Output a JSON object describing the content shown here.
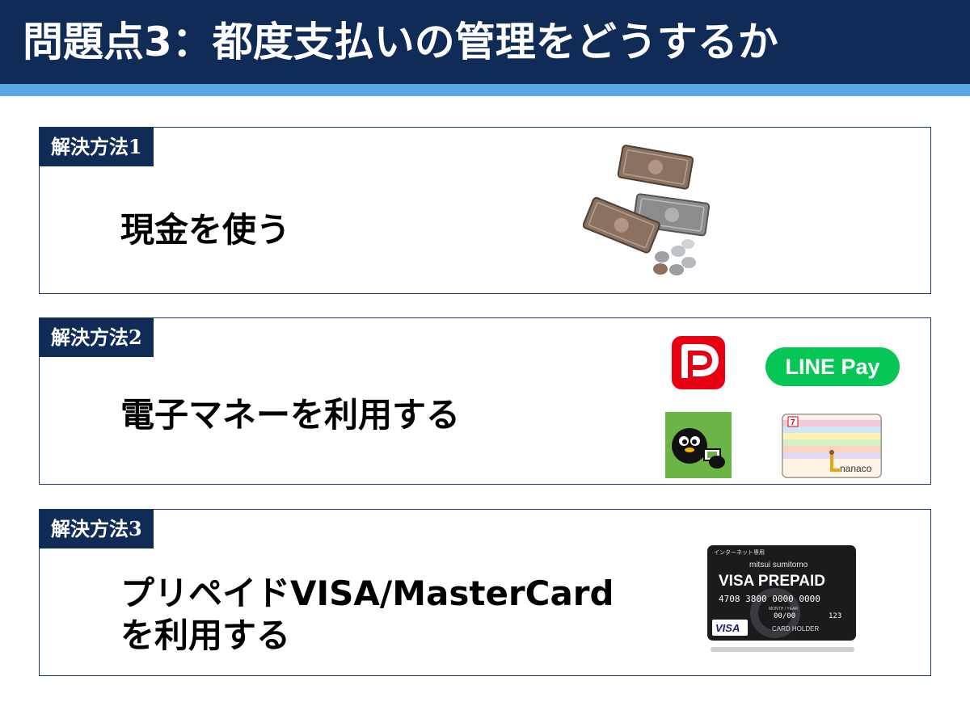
{
  "header": {
    "title": "問題点3：都度支払いの管理をどうするか"
  },
  "sections": [
    {
      "badge": "解決方法1",
      "text_line1": "現金を使う",
      "images": {
        "cash_icon": "cash-and-coins-illustration"
      }
    },
    {
      "badge": "解決方法2",
      "text_line1": "電子マネーを利用する",
      "logos": {
        "paypay": "paypay-logo",
        "linepay_label": "LINE Pay",
        "suica": "suica-penguin-logo",
        "nanaco_label": "nanaco",
        "nanaco_mark": "7"
      }
    },
    {
      "badge": "解決方法3",
      "text_line1": "プリペイドVISA/MasterCard",
      "text_line2": "を利用する",
      "card": {
        "small_label": "インターネット専用",
        "issuer": "mitsui sumitomo",
        "product": "VISA PREPAID",
        "number": "4708 3800 0000 0000",
        "expiry_caption": "MONTH / YEAR",
        "expiry": "00/00",
        "code": "123",
        "holder": "CARD HOLDER",
        "brand": "VISA"
      }
    }
  ],
  "colors": {
    "title_bg": "#0f2b56",
    "accent": "#5aa9e6",
    "border": "#1c3766",
    "paypay_red": "#e60012",
    "linepay_green": "#06c755",
    "suica_green": "#6cb446"
  }
}
